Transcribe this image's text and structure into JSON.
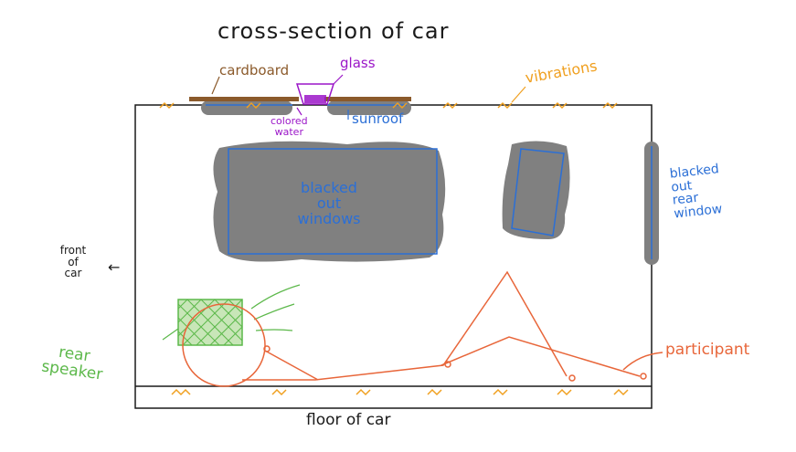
{
  "title": "cross-section of car",
  "labels": {
    "cardboard": "cardboard",
    "glass": "glass",
    "vibrations": "vibrations",
    "colored_water": [
      "colored",
      "water"
    ],
    "sunroof": "sunroof",
    "blacked_out_windows": [
      "blacked",
      "out",
      "windows"
    ],
    "blacked_out_rear_window": [
      "blacked",
      "out",
      "rear",
      "window"
    ],
    "front_of_car": [
      "front",
      "of",
      "car"
    ],
    "front_arrow": "←",
    "rear_speaker": [
      "rear",
      "speaker"
    ],
    "participant": "participant",
    "floor_of_car": "floor of car"
  },
  "colors": {
    "ink": "#1a1a1a",
    "cardboard": "#8b5a2b",
    "glass_water": "#9b16c8",
    "vibrations": "#f0a020",
    "blue_labels": "#2b6fd6",
    "window_fill": "#808080",
    "speaker": "#5cb84a",
    "participant": "#e8663a"
  }
}
